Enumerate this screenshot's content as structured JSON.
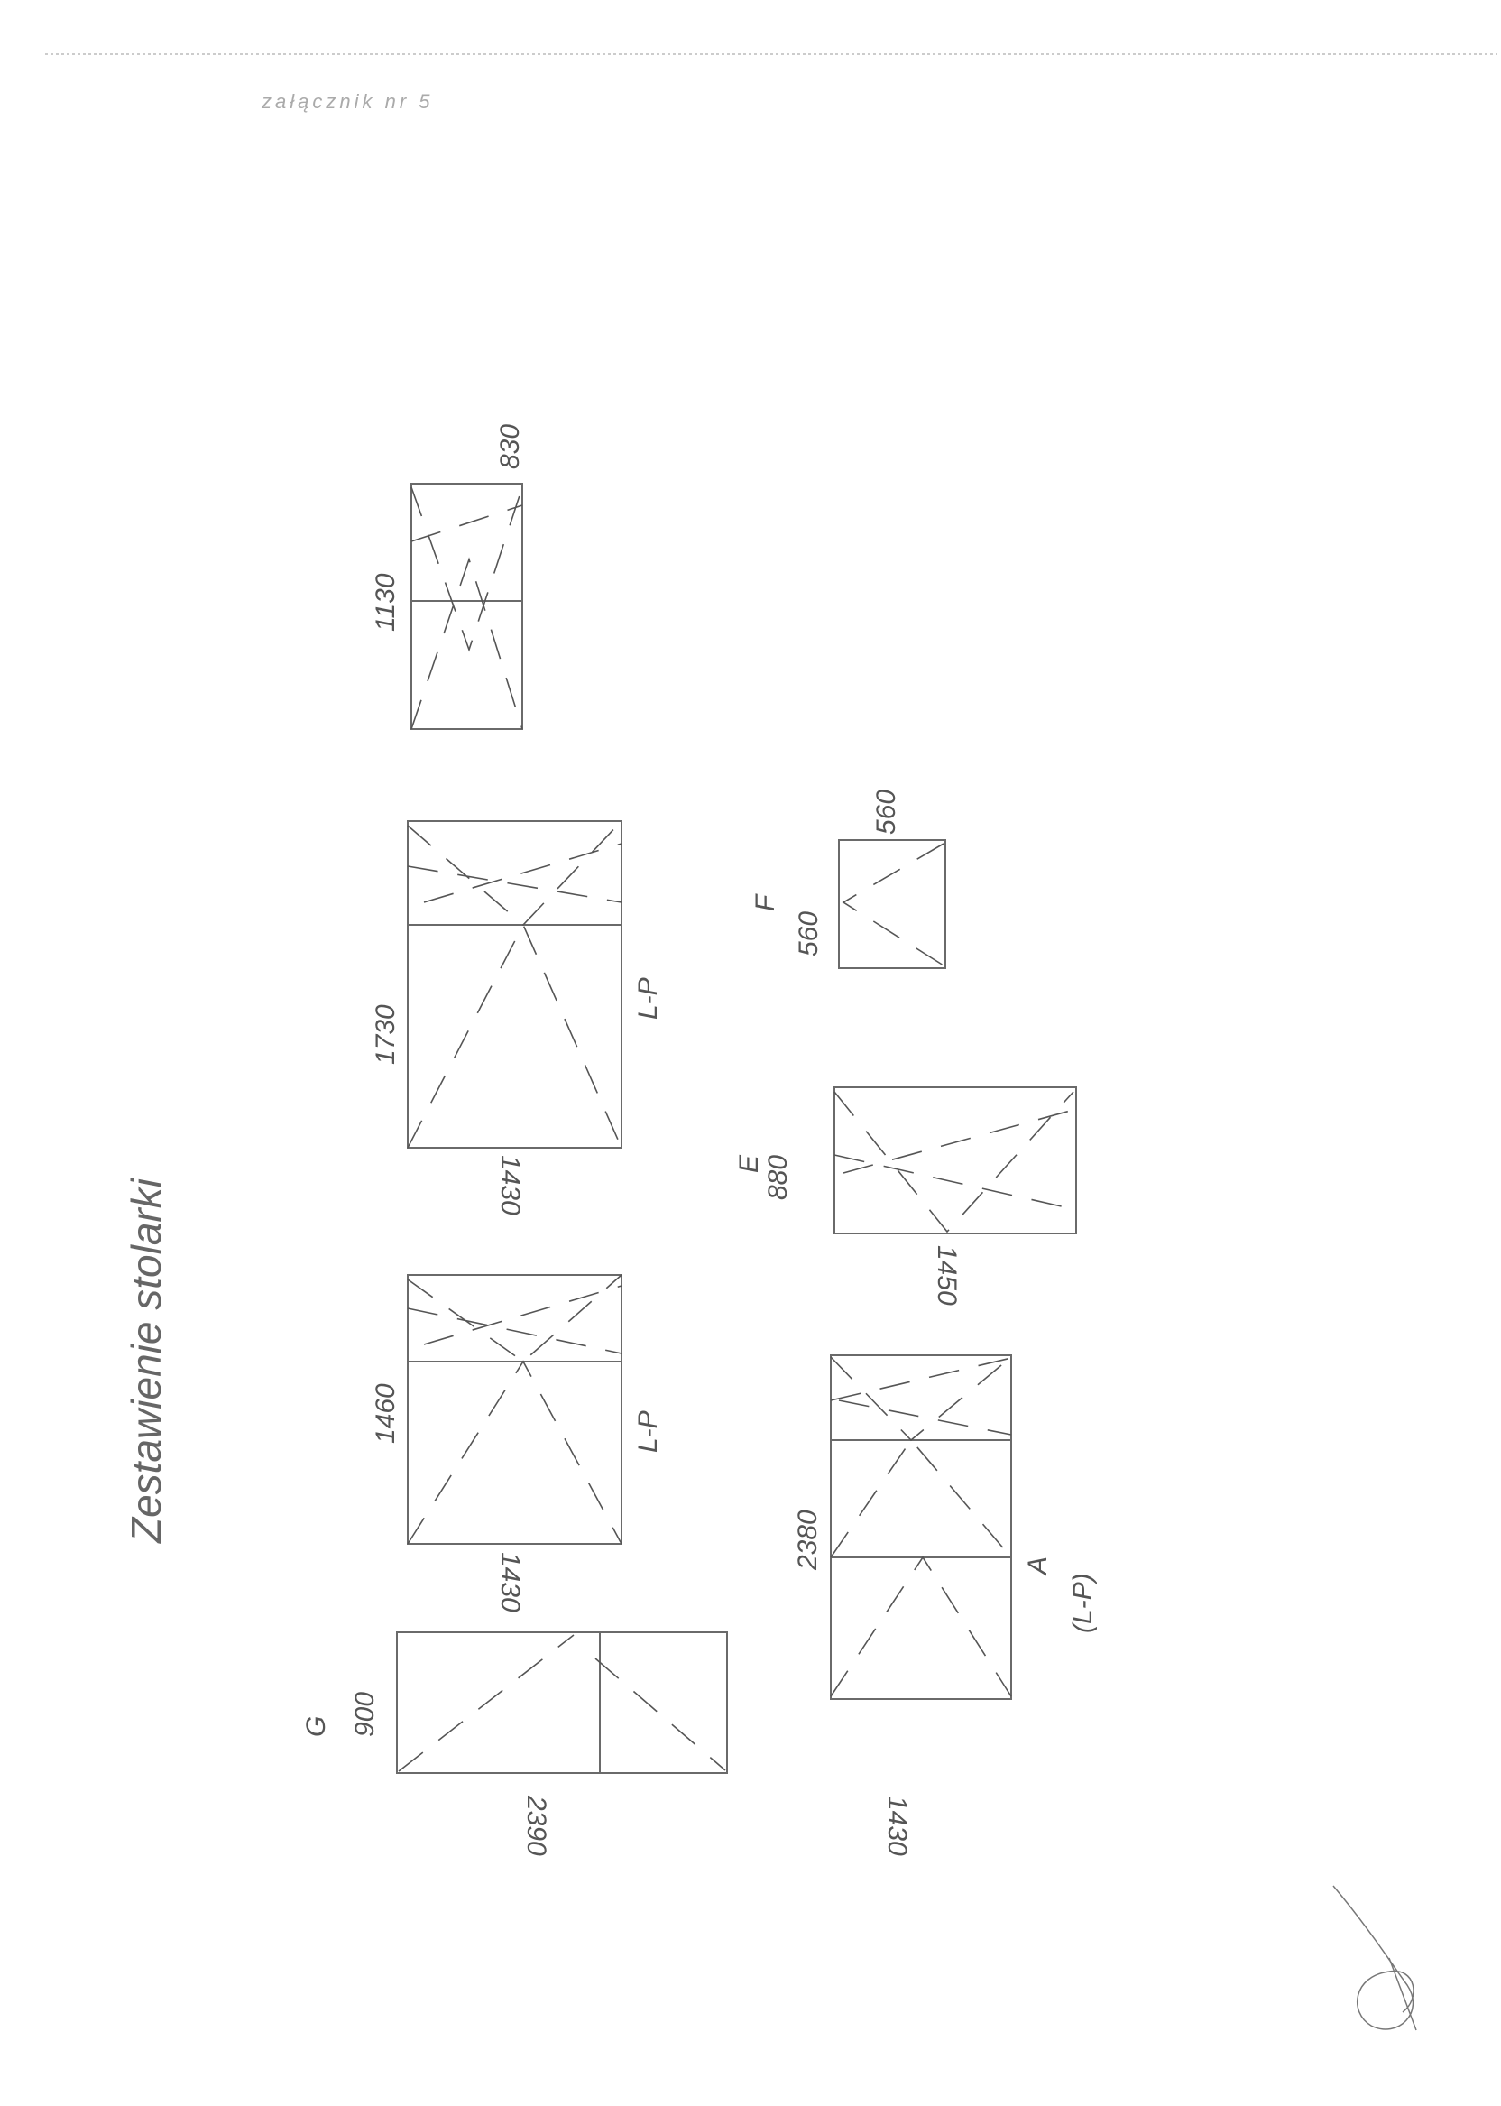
{
  "header": {
    "note": "załącznik nr 5"
  },
  "title": "Zestawienie stolarki",
  "windows": [
    {
      "label": "",
      "height": "1130",
      "width": "830",
      "opening": ""
    },
    {
      "label": "",
      "height": "1730",
      "width": "1430",
      "opening": "L-P"
    },
    {
      "label": "",
      "height": "1460",
      "width": "1430",
      "opening": "L-P"
    },
    {
      "label": "G",
      "height": "900",
      "width": "2390",
      "opening": ""
    },
    {
      "label": "A",
      "height": "2380",
      "width": "1430",
      "opening": "(L-P)"
    },
    {
      "label": "E",
      "height": "880",
      "width": "1450",
      "opening": ""
    },
    {
      "label": "F",
      "height": "560",
      "width": "560",
      "opening": ""
    }
  ],
  "signature": {
    "present": true
  }
}
